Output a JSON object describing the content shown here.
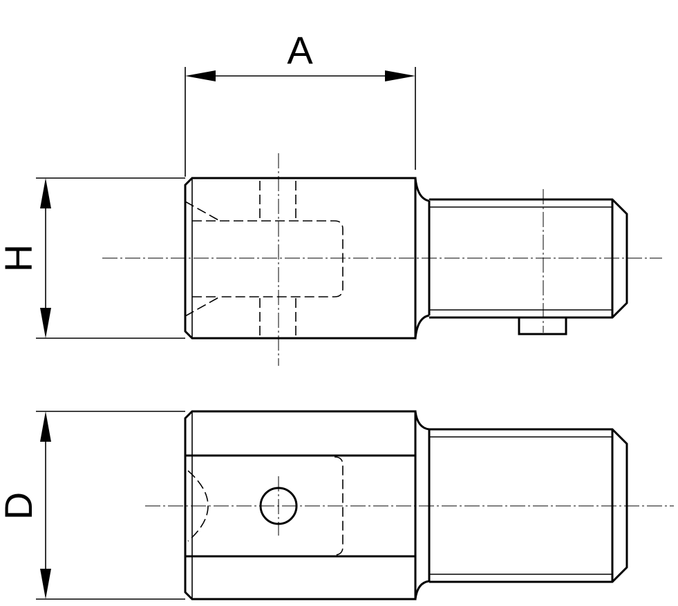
{
  "dimensions": {
    "length_label": "A",
    "height_label": "H",
    "diameter_label": "D"
  }
}
